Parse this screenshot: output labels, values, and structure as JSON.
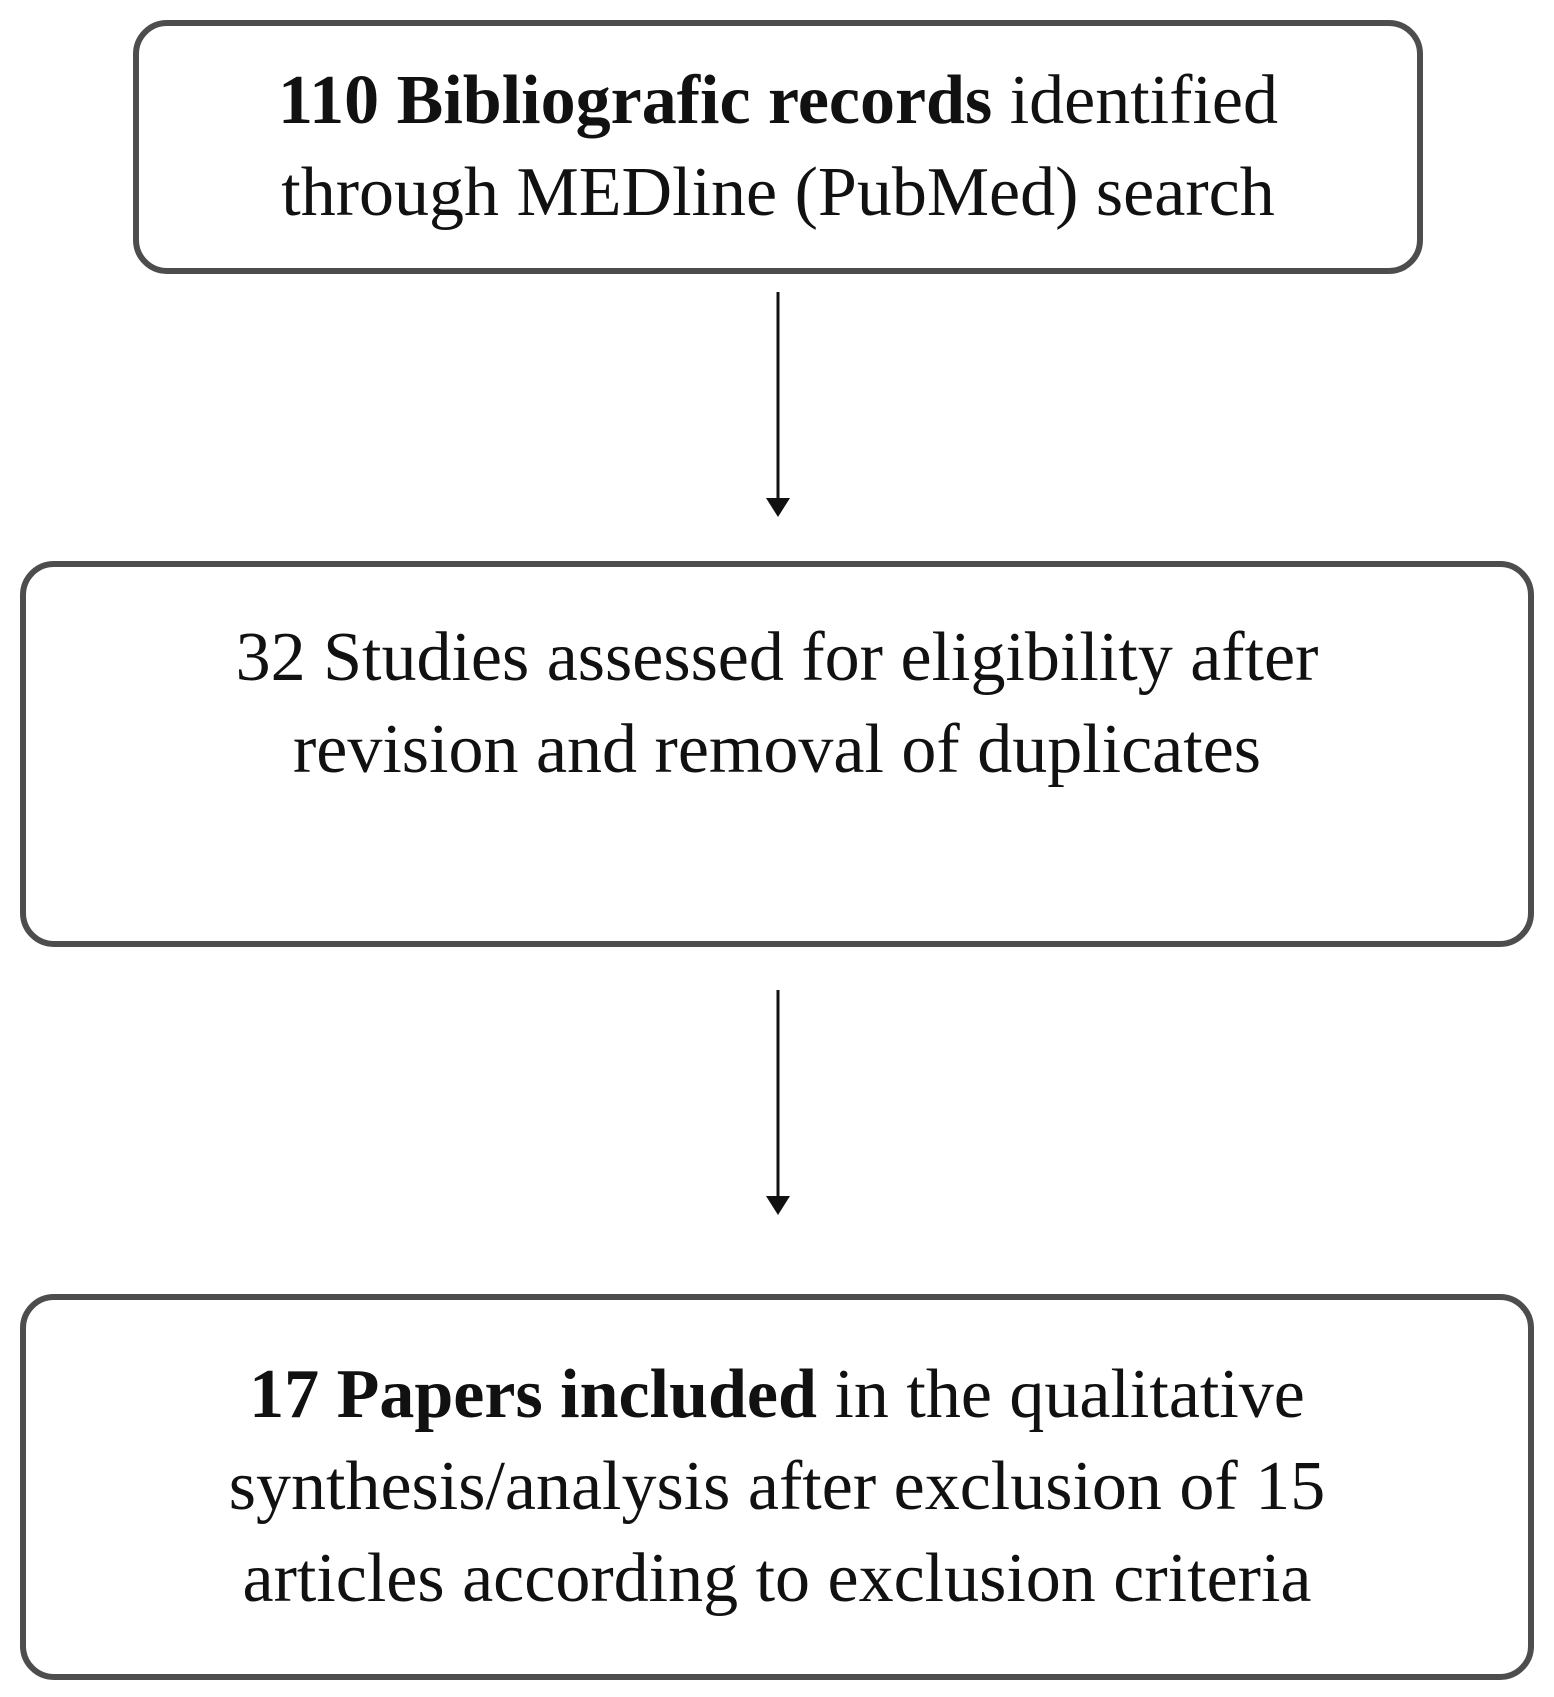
{
  "diagram": {
    "box1": {
      "line1_bold": "110 Bibliografic records",
      "line1_rest": " identified",
      "line2": "through MEDline (PubMed) search"
    },
    "box2": {
      "line1": "32 Studies assessed for eligibility after",
      "line2": "revision and removal of duplicates"
    },
    "box3": {
      "line1_bold": "17 Papers included",
      "line1_rest": " in the qualitative",
      "line2": "synthesis/analysis after exclusion of 15",
      "line3": "articles according to exclusion criteria"
    }
  }
}
